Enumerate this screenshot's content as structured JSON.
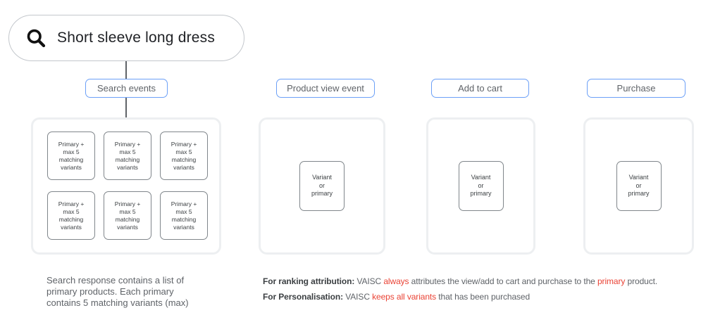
{
  "colors": {
    "accent_blue": "#6ca0f7",
    "box_border_gray": "#80868b",
    "panel_border_gray": "#edeff1",
    "pill_border_gray": "#c3c7cc",
    "text_dark": "#3c4043",
    "text_gray": "#5f6368",
    "highlight_red": "#ea4335"
  },
  "search_bar": {
    "icon": "search-icon",
    "query": "Short sleeve long dress"
  },
  "columns": [
    {
      "label": "Search events",
      "boxes": [
        "Primary +\nmax 5\nmatching\nvariants",
        "Primary +\nmax 5\nmatching\nvariants",
        "Primary +\nmax 5\nmatching\nvariants",
        "Primary +\nmax 5\nmatching\nvariants",
        "Primary +\nmax 5\nmatching\nvariants",
        "Primary +\nmax 5\nmatching\nvariants"
      ]
    },
    {
      "label": "Product view event",
      "boxes": [
        "Variant\nor\nprimary"
      ]
    },
    {
      "label": "Add to cart",
      "boxes": [
        "Variant\nor\nprimary"
      ]
    },
    {
      "label": "Purchase",
      "boxes": [
        "Variant\nor\nprimary"
      ]
    }
  ],
  "captions": {
    "search_note": "Search response contains a list of\nprimary products. Each primary\ncontains 5 matching variants (max)",
    "notes": [
      {
        "segments": [
          {
            "text": "For ranking attribution:",
            "style": "bold"
          },
          {
            "text": " VAISC ",
            "style": "normal"
          },
          {
            "text": "always",
            "style": "red"
          },
          {
            "text": " attributes the view/add to cart and purchase to the ",
            "style": "normal"
          },
          {
            "text": "primary",
            "style": "red"
          },
          {
            "text": " product.",
            "style": "normal"
          }
        ]
      },
      {
        "segments": [
          {
            "text": "For Personalisation:",
            "style": "bold"
          },
          {
            "text": " VAISC ",
            "style": "normal"
          },
          {
            "text": "keeps all variants",
            "style": "red"
          },
          {
            "text": " that has been purchased",
            "style": "normal"
          }
        ]
      }
    ]
  }
}
